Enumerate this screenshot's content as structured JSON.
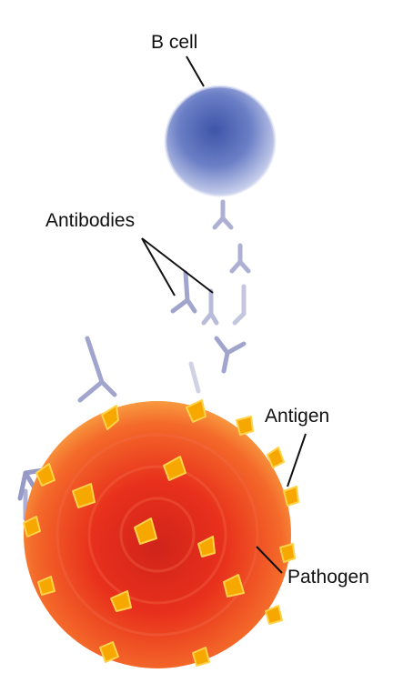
{
  "labels": {
    "b_cell": "B cell",
    "antibodies": "Antibodies",
    "antigen": "Antigen",
    "pathogen": "Pathogen"
  },
  "colors": {
    "b_cell": "#5f74c0",
    "antibody": "#7f84b8",
    "pathogen": "#e8301c",
    "antigen": "#f6a800"
  }
}
